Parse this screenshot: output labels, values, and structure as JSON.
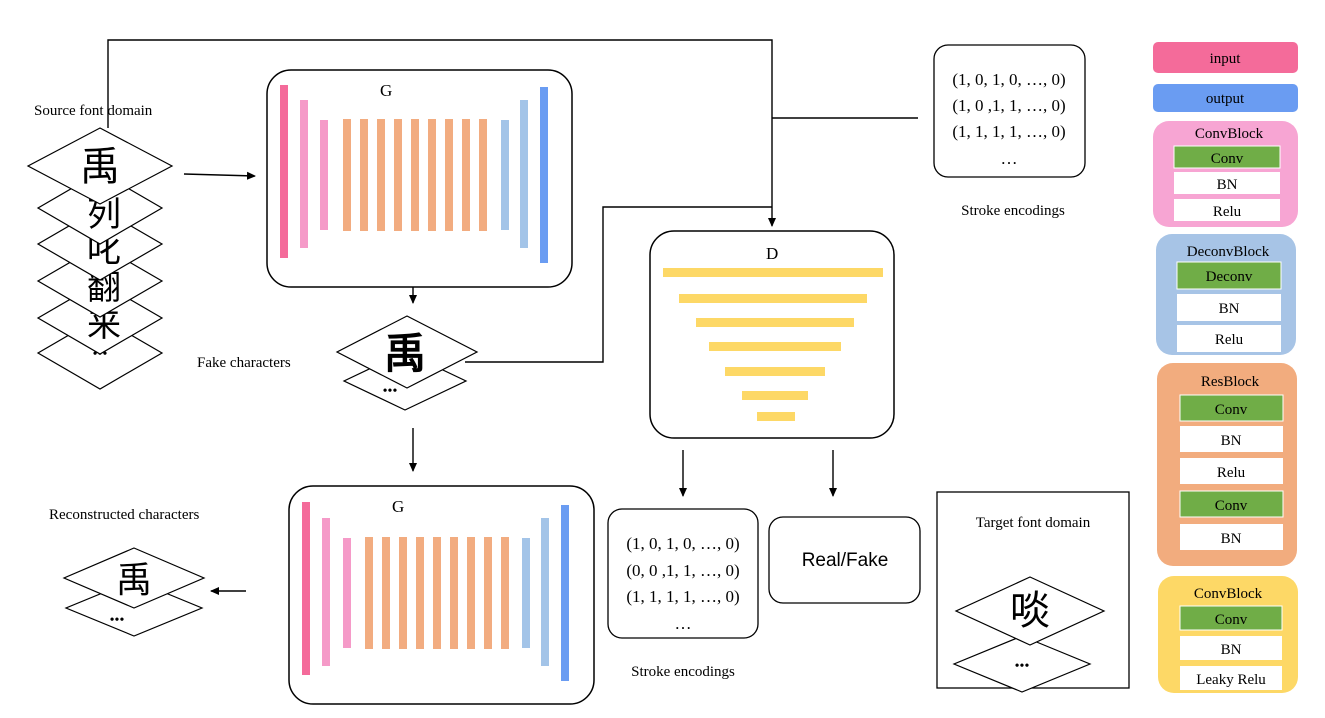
{
  "labels": {
    "source_domain": "Source font domain",
    "fake_characters": "Fake characters",
    "reconstructed_characters": "Reconstructed characters",
    "target_domain": "Target font domain",
    "stroke_encodings_top": "Stroke encodings",
    "stroke_encodings_bottom": "Stroke encodings",
    "generator_top": "G",
    "generator_bottom": "G",
    "discriminator": "D",
    "real_fake": "Real/Fake",
    "ellipsis_dots": "•••"
  },
  "encodings_top": [
    "(1, 0, 1, 0, …, 0)",
    "(1, 0 ,1, 1, …, 0)",
    "(1, 1, 1, 1, …, 0)",
    "…"
  ],
  "encodings_bottom": [
    "(1, 0, 1, 0, …, 0)",
    "(0, 0 ,1, 1, …, 0)",
    "(1, 1, 1, 1, …, 0)",
    "…"
  ],
  "characters": {
    "source_stack": [
      "禹",
      "列",
      "叱",
      "翻",
      "来"
    ],
    "fake": "禹",
    "reconstructed": "禹",
    "target": "啖"
  },
  "legend": {
    "input": "input",
    "output": "output",
    "convblock": {
      "title": "ConvBlock",
      "rows": [
        "Conv",
        "BN",
        "Relu"
      ]
    },
    "deconvblock": {
      "title": "DeconvBlock",
      "rows": [
        "Deconv",
        "BN",
        "Relu"
      ]
    },
    "resblock": {
      "title": "ResBlock",
      "rows": [
        "Conv",
        "BN",
        "Relu",
        "Conv",
        "BN"
      ]
    },
    "convblock2": {
      "title": "ConvBlock",
      "rows": [
        "Conv",
        "BN",
        "Leaky Relu"
      ]
    }
  },
  "colors": {
    "input": "#f46b9a",
    "output": "#6a9cf2",
    "conv_pink": "#f59ac8",
    "res_orange": "#f2ac80",
    "deconv_blue": "#a3c4e8",
    "disc_yellow": "#fdd866",
    "green": "#70ad47",
    "legend_conv_bg": "#f7a5d3",
    "legend_deconv_bg": "#a7c4e6",
    "legend_res_bg": "#f2ac7e",
    "legend_conv2_bg": "#fdd866"
  }
}
